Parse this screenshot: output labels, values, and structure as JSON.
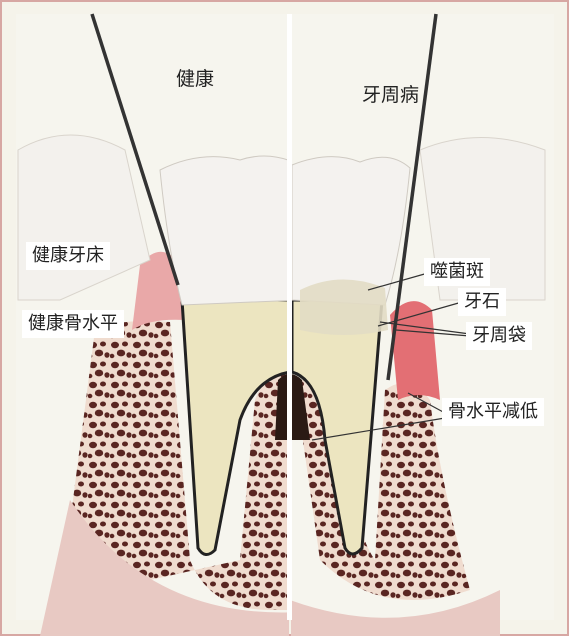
{
  "diagram": {
    "left_title": "健康",
    "right_title": "牙周病",
    "labels": {
      "healthy_gum": "健康牙床",
      "healthy_bone_level": "健康骨水平",
      "plaque": "噬菌斑",
      "calculus": "牙石",
      "periodontal_pocket": "牙周袋",
      "bone_loss": "骨水平减低"
    }
  },
  "colors": {
    "frame": "#d7a7a3",
    "background": "#f5f3ea",
    "enamel": "#f4f2ef",
    "dentin": "#ece5c0",
    "gum": "#e9a8a8",
    "inflamed_gum": "#e36f74",
    "bone": "#f0dccf",
    "bone_pores": "#5a2622",
    "probe": "#333333"
  }
}
